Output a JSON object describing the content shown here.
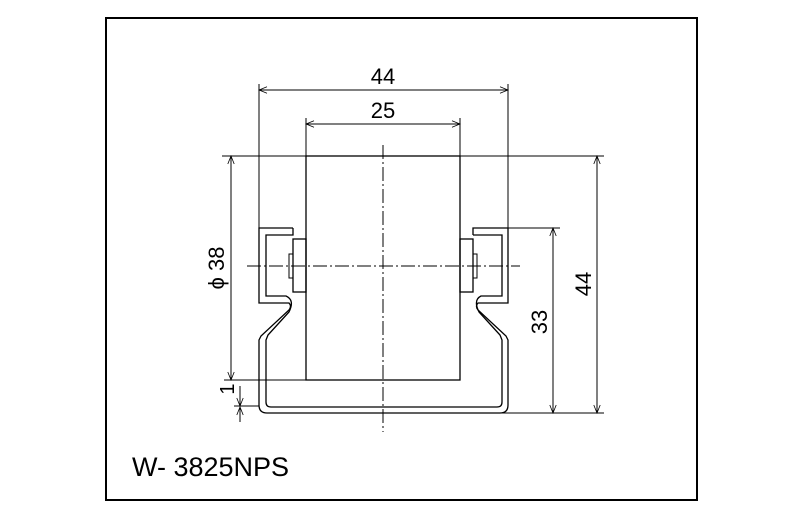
{
  "drawing": {
    "model": "W- 3825NPS",
    "dimensions": {
      "overall_width": "44",
      "roller_width": "25",
      "roller_diameter": "ϕ 38",
      "overall_height": "44",
      "frame_height": "33",
      "clearance": "1"
    }
  }
}
